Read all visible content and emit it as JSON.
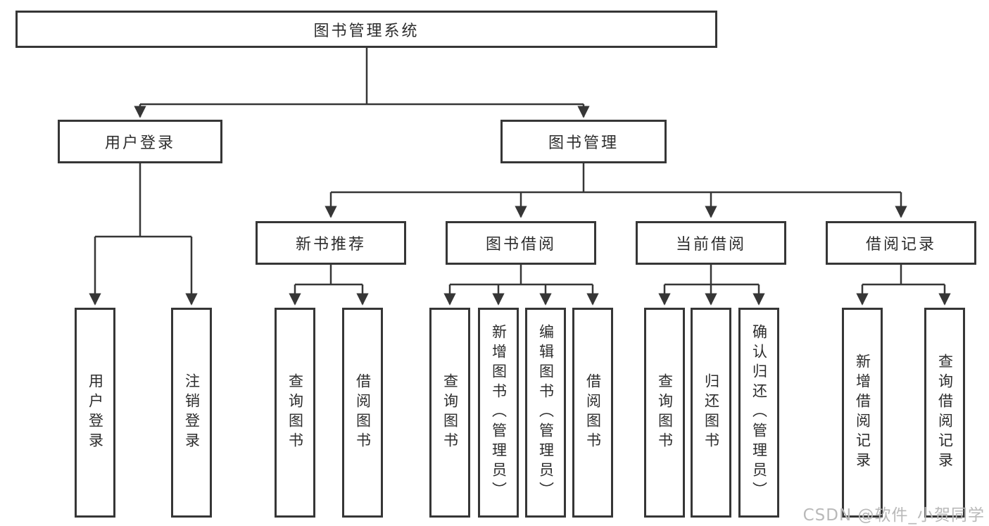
{
  "diagram": {
    "root": {
      "label": "图书管理系统"
    },
    "level2": [
      {
        "label": "用户登录"
      },
      {
        "label": "图书管理"
      }
    ],
    "level3": [
      {
        "label": "新书推荐"
      },
      {
        "label": "图书借阅"
      },
      {
        "label": "当前借阅"
      },
      {
        "label": "借阅记录"
      }
    ],
    "leaves": {
      "user_login": [
        "用户登录",
        "注销登录"
      ],
      "new_book": [
        "查询图书",
        "借阅图书"
      ],
      "book_borrow": [
        "查询图书",
        "新增图书（管理员）",
        "编辑图书（管理员）",
        "借阅图书"
      ],
      "current_borrow": [
        "查询图书",
        "归还图书",
        "确认归还（管理员）"
      ],
      "borrow_records": [
        "新增借阅记录",
        "查询借阅记录"
      ]
    }
  },
  "watermark": "CSDN @软件_小贺同学",
  "colors": {
    "line": "#363636",
    "text": "#2d2d2d",
    "watermark": "#b9b9b9",
    "background": "#ffffff"
  }
}
